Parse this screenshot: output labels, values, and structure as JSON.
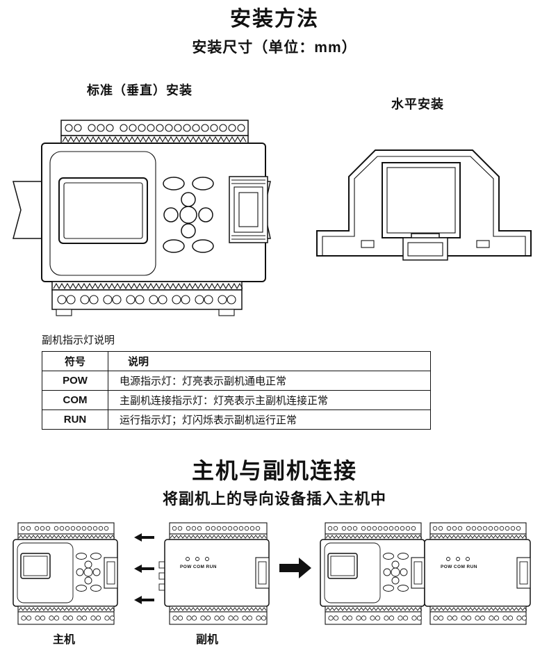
{
  "page": {
    "title": "安装方法",
    "subtitle": "安装尺寸（单位：mm）"
  },
  "diagrams": {
    "vertical_label": "标准（垂直）安装",
    "horizontal_label": "水平安装"
  },
  "indicator_table": {
    "caption": "副机指示灯说明",
    "headers": [
      "符号",
      "说明"
    ],
    "rows": [
      {
        "symbol": "POW",
        "description": "电源指示灯：灯亮表示副机通电正常"
      },
      {
        "symbol": "COM",
        "description": "主副机连接指示灯：灯亮表示主副机连接正常"
      },
      {
        "symbol": "RUN",
        "description": "运行指示灯；灯闪烁表示副机运行正常"
      }
    ]
  },
  "connection": {
    "title": "主机与副机连接",
    "subtitle": "将副机上的导向设备插入主机中",
    "master_label": "主机",
    "slave_label": "副机",
    "led_labels": "POW COM RUN"
  }
}
